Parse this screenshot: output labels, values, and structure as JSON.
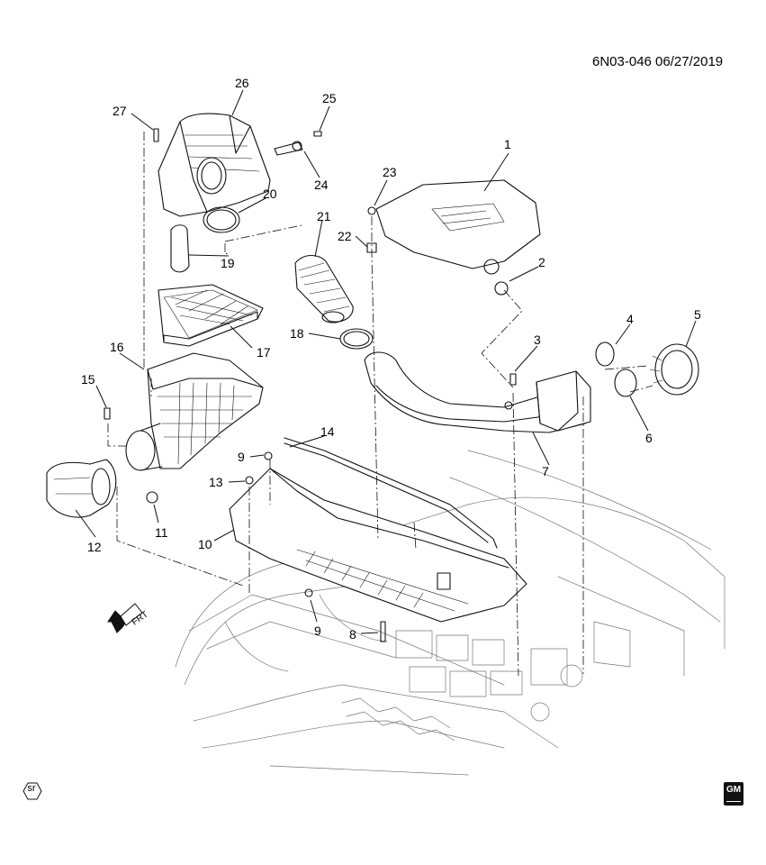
{
  "header": {
    "diagram_code": "6N03-046 06/27/2019"
  },
  "callouts": [
    "1",
    "2",
    "3",
    "4",
    "5",
    "6",
    "7",
    "8",
    "9",
    "9",
    "10",
    "11",
    "12",
    "13",
    "14",
    "15",
    "16",
    "17",
    "18",
    "19",
    "20",
    "21",
    "22",
    "23",
    "24",
    "25",
    "26",
    "27"
  ],
  "direction_arrow": {
    "label": "FRT"
  },
  "footer": {
    "badge": "sr",
    "logo": "GM"
  }
}
